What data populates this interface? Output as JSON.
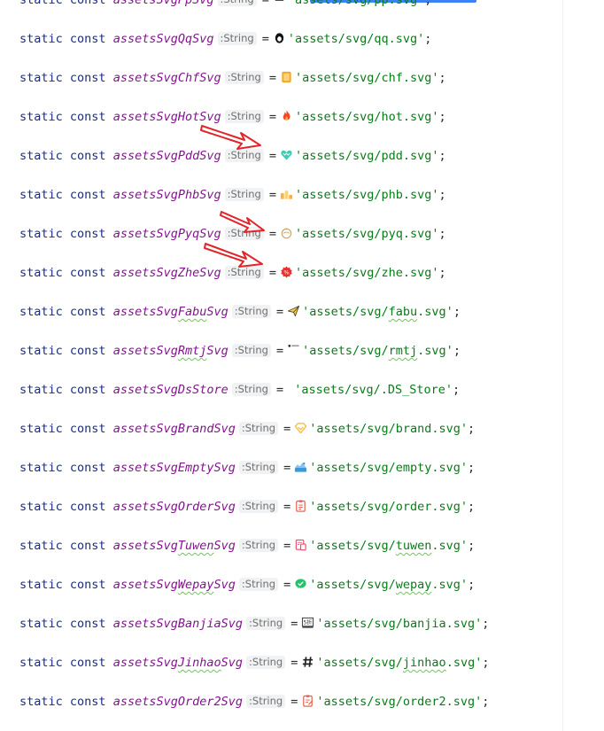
{
  "editor": {
    "keywords": {
      "static": "static",
      "const": "const"
    },
    "type_hint": ":String",
    "assign": "=",
    "terminator": ";",
    "lines": [
      {
        "name": "assetsSvgPpSvg",
        "path": "'assets/svg/pp.svg'",
        "icon": "pp-icon"
      },
      {
        "name": "assetsSvgQqSvg",
        "path": "'assets/svg/qq.svg'",
        "icon": "qq-icon"
      },
      {
        "name": "assetsSvgChfSvg",
        "path": "'assets/svg/chf.svg'",
        "icon": "chf-icon"
      },
      {
        "name": "assetsSvgHotSvg",
        "path": "'assets/svg/hot.svg'",
        "icon": "hot-icon"
      },
      {
        "name": "assetsSvgPddSvg",
        "path": "'assets/svg/pdd.svg'",
        "icon": "pdd-icon"
      },
      {
        "name": "assetsSvgPhbSvg",
        "path": "'assets/svg/phb.svg'",
        "icon": "phb-icon"
      },
      {
        "name": "assetsSvgPyqSvg",
        "path": "'assets/svg/pyq.svg'",
        "icon": "pyq-icon"
      },
      {
        "name": "assetsSvgZheSvg",
        "path": "'assets/svg/zhe.svg'",
        "icon": "zhe-icon"
      },
      {
        "name": "assetsSvgFabuSvg",
        "path": "'assets/svg/fabu.svg'",
        "icon": "fabu-icon"
      },
      {
        "name": "assetsSvgRmtjSvg",
        "path": "'assets/svg/rmtj.svg'",
        "icon": "rmtj-icon"
      },
      {
        "name": "assetsSvgDsStore",
        "path": "'assets/svg/.DS_Store'",
        "icon": ""
      },
      {
        "name": "assetsSvgBrandSvg",
        "path": "'assets/svg/brand.svg'",
        "icon": "brand-icon"
      },
      {
        "name": "assetsSvgEmptySvg",
        "path": "'assets/svg/empty.svg'",
        "icon": "empty-icon"
      },
      {
        "name": "assetsSvgOrderSvg",
        "path": "'assets/svg/order.svg'",
        "icon": "order-icon"
      },
      {
        "name": "assetsSvgTuwenSvg",
        "path": "'assets/svg/tuwen.svg'",
        "icon": "tuwen-icon"
      },
      {
        "name": "assetsSvgWepaySvg",
        "path": "'assets/svg/wepay.svg'",
        "icon": "wepay-icon"
      },
      {
        "name": "assetsSvgBanjiaSvg",
        "path": "'assets/svg/banjia.svg'",
        "icon": "banjia-icon"
      },
      {
        "name": "assetsSvgJinhaoSvg",
        "path": "'assets/svg/jinhao.svg'",
        "icon": "jinhao-icon"
      },
      {
        "name": "assetsSvgOrder2Svg",
        "path": "'assets/svg/order2.svg'",
        "icon": "order2-icon"
      }
    ],
    "annotation_arrows": {
      "color": "#e0262b",
      "points_to": [
        "assetsSvgPddSvg",
        "assetsSvgPyqSvg",
        "assetsSvgZheSvg"
      ]
    }
  },
  "colors": {
    "keyword": "#1a2c86",
    "variable": "#871094",
    "string": "#067d17",
    "hint_bg": "#f1f2f4",
    "hint_text": "#707070"
  }
}
